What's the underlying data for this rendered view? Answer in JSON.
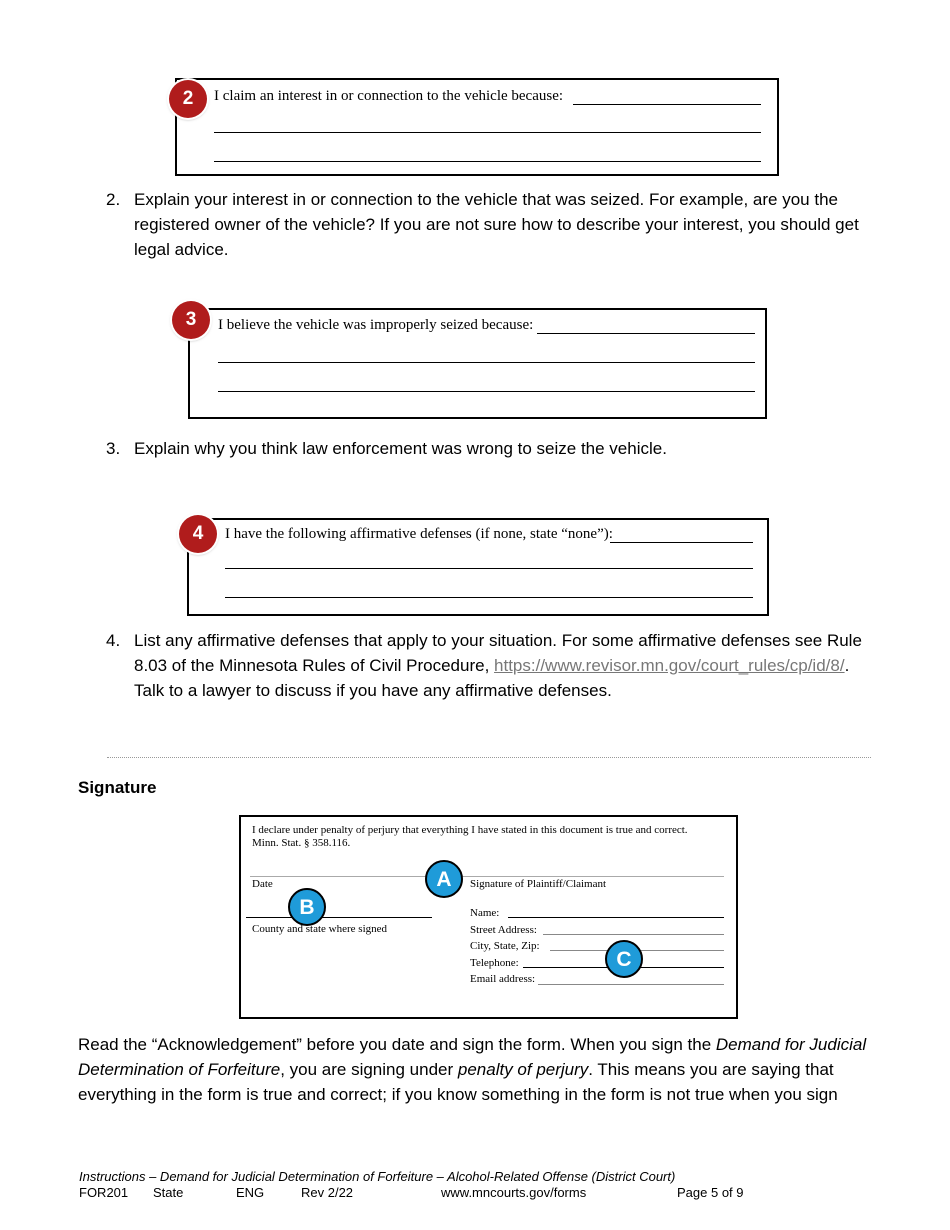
{
  "box2": {
    "badge": "2",
    "prompt": "I claim an interest in or connection to the vehicle because:"
  },
  "item2": {
    "number": "2.",
    "text": "Explain your interest in or connection to the vehicle that was seized.  For example, are you the registered owner of the vehicle?  If you are not sure how to describe your interest, you should get legal advice."
  },
  "box3": {
    "badge": "3",
    "prompt": "I believe the vehicle was improperly seized because:"
  },
  "item3": {
    "number": "3.",
    "text": "Explain why you think law enforcement was wrong to seize the vehicle."
  },
  "box4": {
    "badge": "4",
    "prompt": "I have the following affirmative defenses (if none, state “none”):"
  },
  "item4": {
    "number": "4.",
    "text_before": "List any affirmative defenses that apply to your situation. For some affirmative defenses see Rule 8.03 of the Minnesota Rules of Civil Procedure, ",
    "link": "https://www.revisor.mn.gov/court_rules/cp/id/8/",
    "text_after": ". Talk to a lawyer to discuss if you have any affirmative defenses."
  },
  "signature_heading": "Signature",
  "sig_box": {
    "declaration": "I declare under penalty of perjury that everything I have stated in this document is true and correct.  Minn. Stat. § 358.116.",
    "date_label": "Date",
    "sig_label": "Signature of Plaintiff/Claimant",
    "county_label": "County and state where signed",
    "name_label": "Name:",
    "street_label": "Street Address:",
    "city_label": "City, State, Zip:",
    "phone_label": "Telephone:",
    "email_label": "Email address:",
    "badge_a": "A",
    "badge_b": "B",
    "badge_c": "C"
  },
  "closing": {
    "t1": "Read the “Acknowledgement” before you date and sign the form. When you sign the ",
    "i1": "Demand for Judicial Determination of Forfeiture",
    "t2": ", you are signing under ",
    "i2": "penalty of perjury",
    "t3": ".  This means you are saying that everything in the form is true and correct; if you know something in the form is not true when you sign"
  },
  "footer": {
    "title": "Instructions – Demand for Judicial Determination of Forfeiture – Alcohol-Related Offense (District Court)",
    "form": "FOR201",
    "jurisdiction": "State",
    "language": "ENG",
    "revision": "Rev 2/22",
    "url": "www.mncourts.gov/forms",
    "page": "Page 5 of 9"
  },
  "colors": {
    "badge_red": "#b01c1c",
    "badge_blue": "#1f9bd9",
    "link": "#777777"
  }
}
